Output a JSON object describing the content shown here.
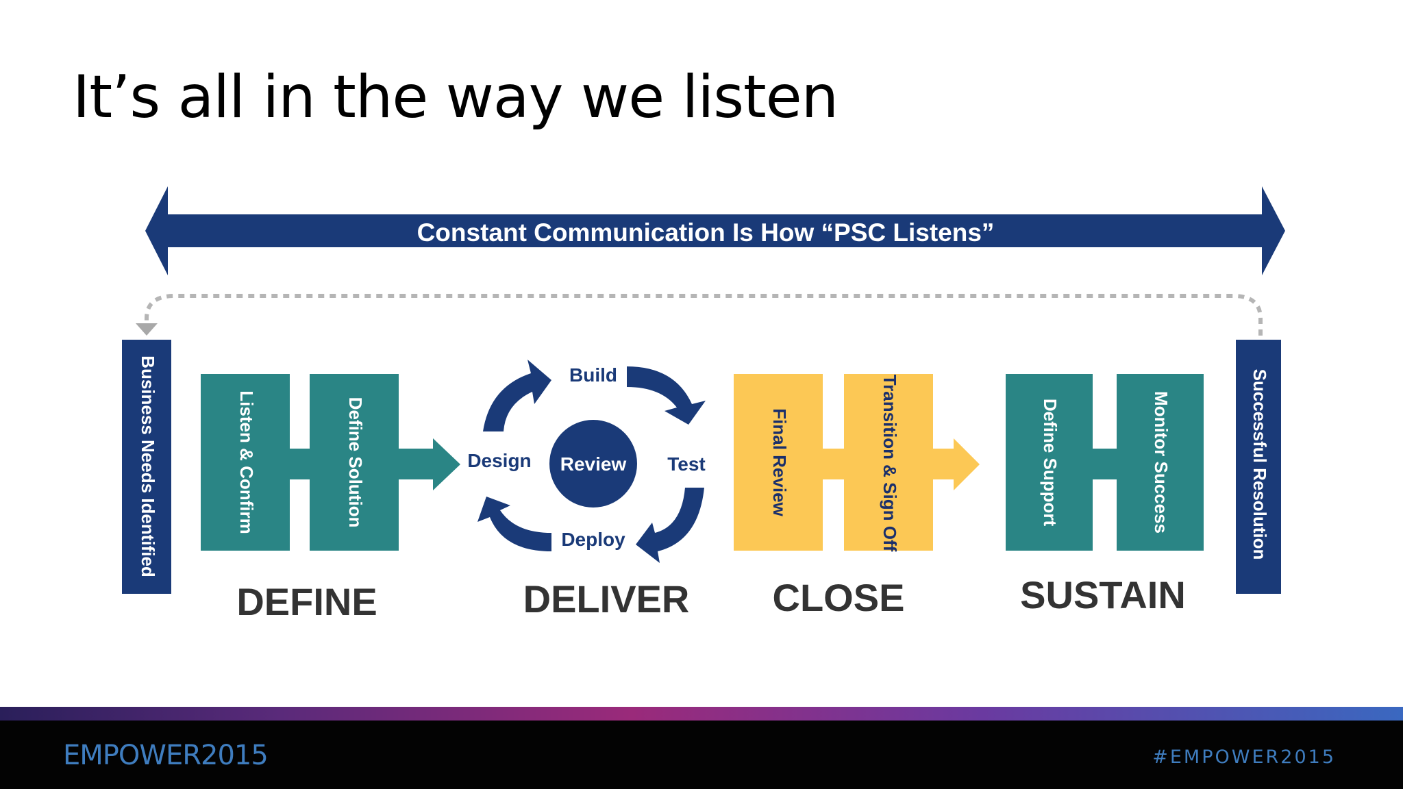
{
  "slide": {
    "title": "It’s all in the way we listen"
  },
  "diagram": {
    "banner": "Constant Communication Is How “PSC Listens”",
    "start_label": "Business Needs Identified",
    "end_label": "Successful Resolution",
    "define": {
      "label": "DEFINE",
      "bar_left": "Listen & Confirm",
      "bar_right": "Define Solution"
    },
    "deliver": {
      "label": "DELIVER",
      "center": "Review",
      "cycle_top": "Build",
      "cycle_right": "Test",
      "cycle_bottom": "Deploy",
      "cycle_left": "Design"
    },
    "close": {
      "label": "CLOSE",
      "bar_left": "Final Review",
      "bar_right": "Transition & Sign Off"
    },
    "sustain": {
      "label": "SUSTAIN",
      "bar_left": "Define Support",
      "bar_right": "Monitor Success"
    },
    "colors": {
      "navy": "#1a3a78",
      "teal": "#2a8585",
      "yellow": "#fcc855",
      "gray": "#bdbdbd"
    }
  },
  "footer": {
    "left": "EMPOWER2015",
    "right": "#EMPOWER2015"
  }
}
